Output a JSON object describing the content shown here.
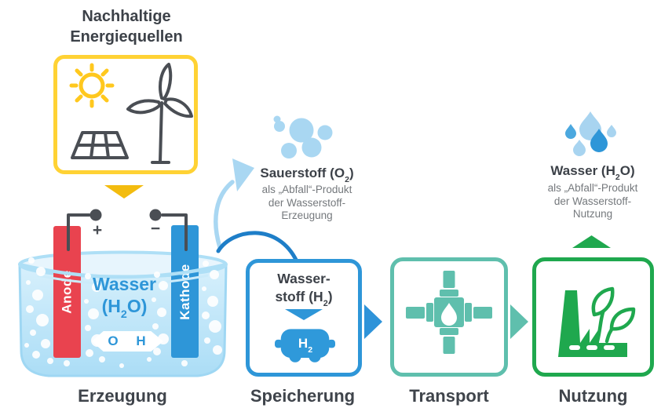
{
  "title": "Nachhaltige Energiequellen",
  "stages": {
    "erzeugung": "Erzeugung",
    "speicherung": "Speicherung",
    "transport": "Transport",
    "nutzung": "Nutzung"
  },
  "tank": {
    "wasser_line1": "Wasser",
    "wasser_l2_pre": "(H",
    "wasser_l2_sub": "2",
    "wasser_l2_post": "O)",
    "anode": "Anode",
    "kathode": "Kathode",
    "plus": "+",
    "minus": "−",
    "oxygen_letter": "O",
    "hydrogen_letter": "H"
  },
  "oxygen_callout": {
    "title_pre": "Sauerstoff (O",
    "title_sub": "2",
    "title_post": ")",
    "caption": "als „Abfall“-Produkt\nder Wasserstoff-\nErzeugung"
  },
  "water_callout": {
    "title_pre": "Wasser (H",
    "title_sub": "2",
    "title_post": "O)",
    "caption": "als „Abfall“-Produkt\nder Wasserstoff-\nNutzung"
  },
  "storage_box": {
    "label_line1": "Wasser-",
    "label_l2_pre": "stoff (H",
    "label_l2_sub": "2",
    "label_l2_post": ")",
    "tank_text_pre": "H",
    "tank_text_sub": "2"
  },
  "colors": {
    "yellow": "#ffd234",
    "yellow_arrow": "#f3bc0f",
    "red_anode": "#e9434f",
    "blue": "#2e96d8",
    "dark_blue_arc": "#1e7ec8",
    "light_blue": "#a9d7f2",
    "water": "#c9e9fa",
    "teal": "#5fbfad",
    "green": "#1fa84e",
    "text_dark": "#3c4148",
    "text_gray": "#75797d"
  }
}
